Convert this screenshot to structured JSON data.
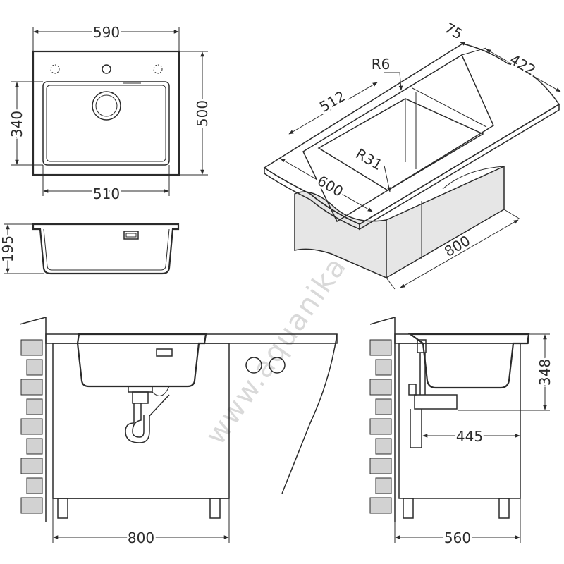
{
  "watermark": "www.aquanika.ru",
  "views": {
    "top": {
      "width_outer": "590",
      "depth_outer": "500",
      "bowl_width": "510",
      "bowl_depth": "340"
    },
    "side": {
      "height": "195"
    },
    "isometric": {
      "frame_depth": "75",
      "cabinet_side": "422",
      "corner_radius_small": "R6",
      "bowl_length": "512",
      "inner_radius": "R31",
      "countertop_depth": "600",
      "cabinet_width": "800"
    },
    "front": {
      "cabinet_width": "800"
    },
    "section": {
      "sink_height": "348",
      "siphon_offset": "445",
      "cabinet_depth": "560"
    }
  }
}
